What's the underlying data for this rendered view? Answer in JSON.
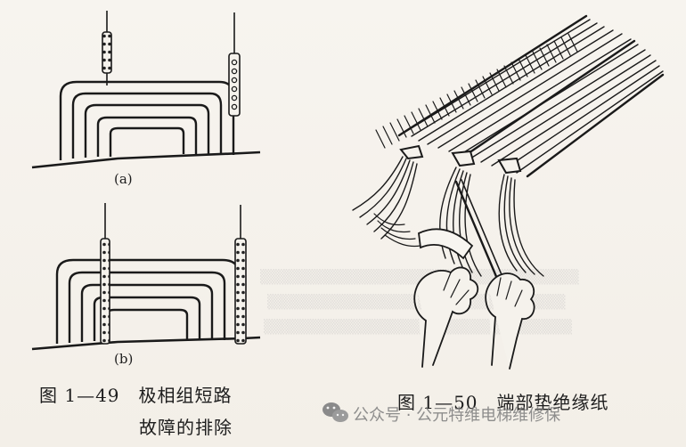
{
  "figure_49": {
    "sub_a": "(a)",
    "sub_b": "(b)",
    "caption_line1": "图 1—49　极相组短路",
    "caption_line2": "故障的排除"
  },
  "figure_50": {
    "caption": "图 1—50　端部垫绝缘纸"
  },
  "watermark": {
    "icon": "wechat-icon",
    "text": "公众号 · 公元特维电梯维修保"
  }
}
